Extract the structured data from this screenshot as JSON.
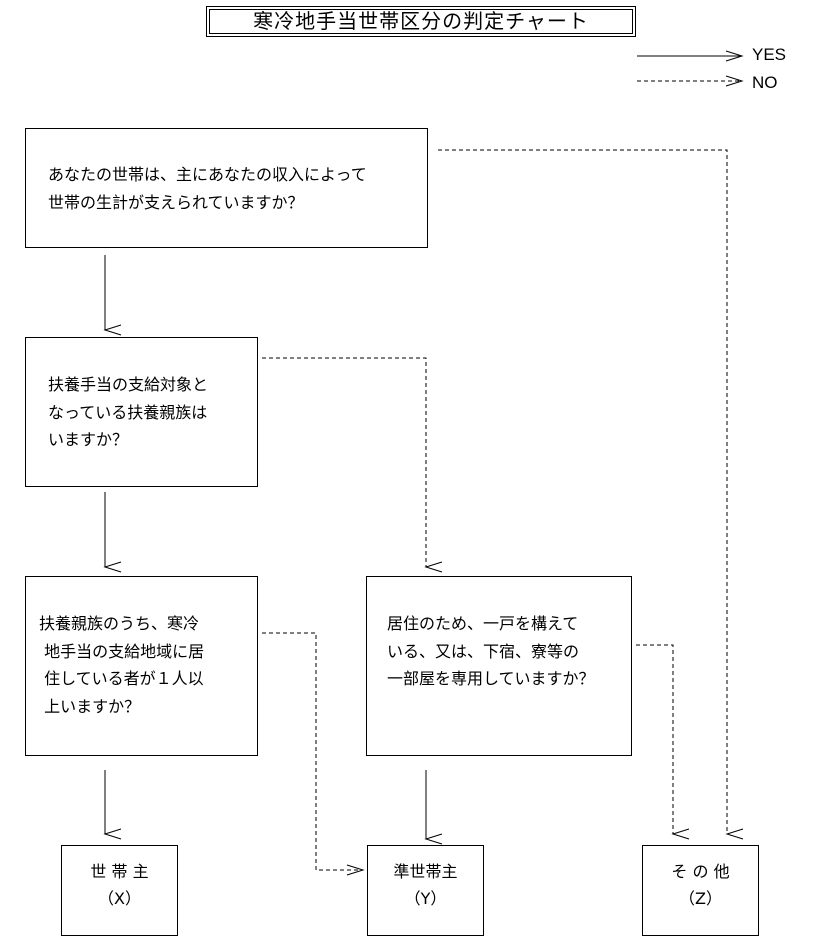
{
  "title": "寒冷地手当世帯区分の判定チャート",
  "legend": {
    "yes": "YES",
    "no": "NO"
  },
  "questions": {
    "q1": "あなたの世帯は、主にあなたの収入によって\n世帯の生計が支えられていますか？",
    "q2": "扶養手当の支給対象と\nなっている扶養親族は\nいますか？",
    "q3": "扶養親族のうち、寒冷\n 地手当の支給地域に居\n 住している者が１人以\n 上いますか？",
    "q4": "居住のため、一戸を構えて\nいる、又は、下宿、寮等の\n一部屋を専用していますか？"
  },
  "results": {
    "x": {
      "label": "世 帯 主",
      "code": "（X）"
    },
    "y": {
      "label": "準世帯主",
      "code": "（Y）"
    },
    "z": {
      "label": "そ の 他",
      "code": "（Z）"
    }
  }
}
